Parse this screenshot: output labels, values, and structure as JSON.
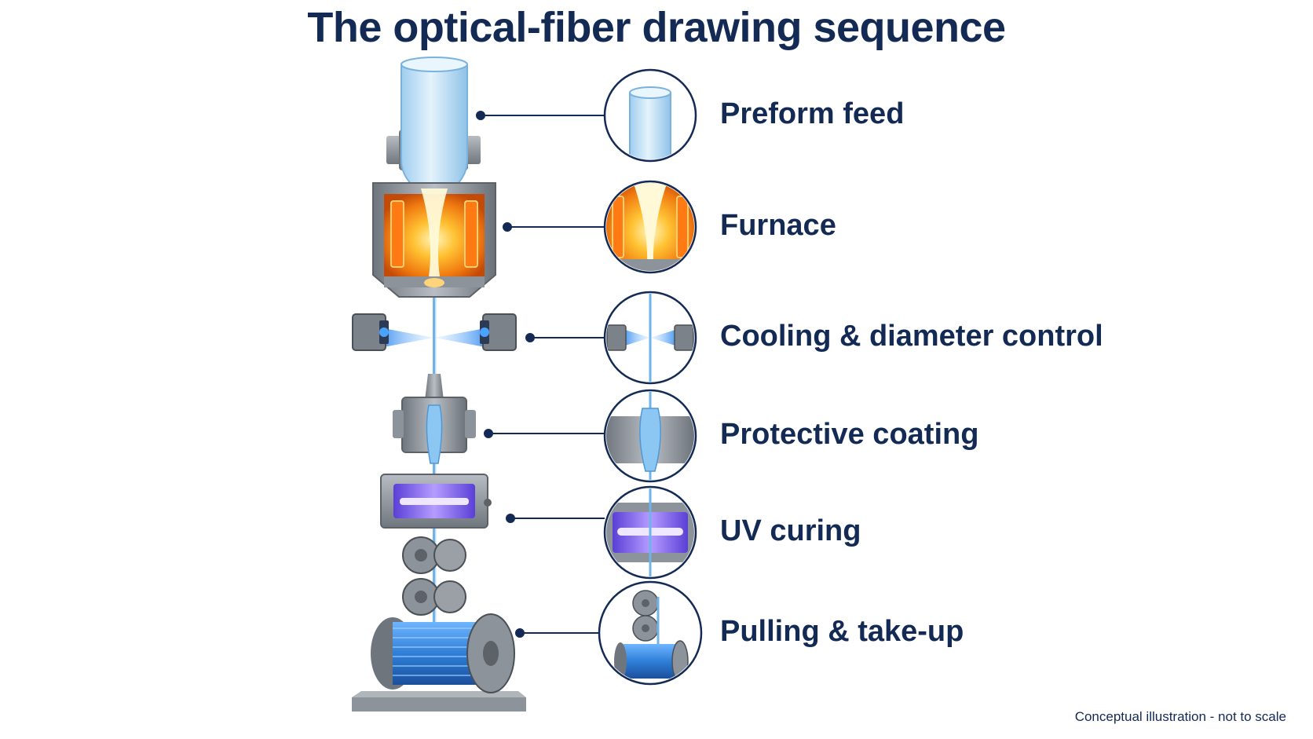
{
  "title": "The optical-fiber drawing sequence",
  "steps": [
    {
      "label": "Preform feed",
      "icon": "preform-rod-icon"
    },
    {
      "label": "Furnace",
      "icon": "furnace-icon"
    },
    {
      "label": "Cooling & diameter control",
      "icon": "diameter-gauge-icon"
    },
    {
      "label": "Protective coating",
      "icon": "coating-die-icon"
    },
    {
      "label": "UV curing",
      "icon": "uv-lamp-icon"
    },
    {
      "label": "Pulling & take-up",
      "icon": "capstan-spool-icon"
    }
  ],
  "footnote": "Conceptual illustration - not to scale",
  "colors": {
    "heading": "#132a55",
    "fiber": "#6fb3e8",
    "glass": "#cfe7f7",
    "furnace": "#f28a1c",
    "uv": "#8a5cf0",
    "spool": "#2f7fd8",
    "metal": "#8d939a"
  }
}
